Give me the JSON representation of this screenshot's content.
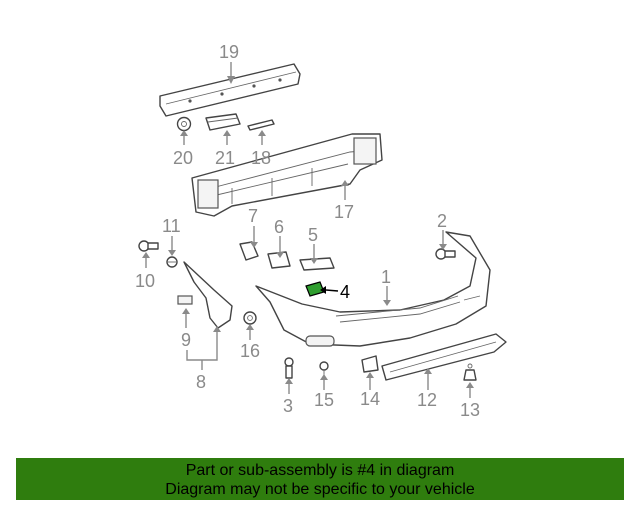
{
  "diagram": {
    "highlighted_part": "4",
    "highlight_color": "#2f9e2f",
    "callouts": [
      {
        "label": "19"
      },
      {
        "label": "20"
      },
      {
        "label": "21"
      },
      {
        "label": "18"
      },
      {
        "label": "17"
      },
      {
        "label": "11"
      },
      {
        "label": "10"
      },
      {
        "label": "7"
      },
      {
        "label": "6"
      },
      {
        "label": "5"
      },
      {
        "label": "2"
      },
      {
        "label": "4"
      },
      {
        "label": "1"
      },
      {
        "label": "9"
      },
      {
        "label": "8"
      },
      {
        "label": "16"
      },
      {
        "label": "3"
      },
      {
        "label": "15"
      },
      {
        "label": "14"
      },
      {
        "label": "12"
      },
      {
        "label": "13"
      }
    ]
  },
  "banner": {
    "background": "#2f7d0e",
    "line1": "Part or sub-assembly is #4 in diagram",
    "line2": "Diagram may not be specific to your vehicle"
  }
}
